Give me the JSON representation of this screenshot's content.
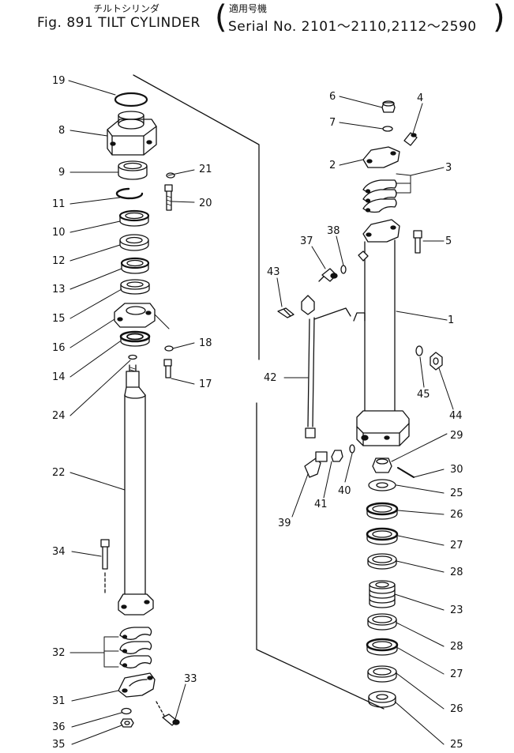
{
  "header": {
    "jp_title": "チルトシリンダ",
    "fig_title": "Fig. 891 TILT CYLINDER",
    "jp_applicable": "適用号機",
    "serial": "Serial No. 2101～2110,2112～2590"
  },
  "callouts": [
    "19",
    "8",
    "21",
    "9",
    "20",
    "11",
    "10",
    "12",
    "13",
    "15",
    "18",
    "16",
    "14",
    "17",
    "24",
    "22",
    "34",
    "32",
    "33",
    "31",
    "36",
    "35",
    "6",
    "4",
    "7",
    "3",
    "2",
    "5",
    "37",
    "38",
    "43",
    "1",
    "42",
    "45",
    "44",
    "29",
    "30",
    "25",
    "26",
    "39",
    "41",
    "40",
    "27",
    "28",
    "23",
    "28",
    "27",
    "26",
    "25"
  ]
}
